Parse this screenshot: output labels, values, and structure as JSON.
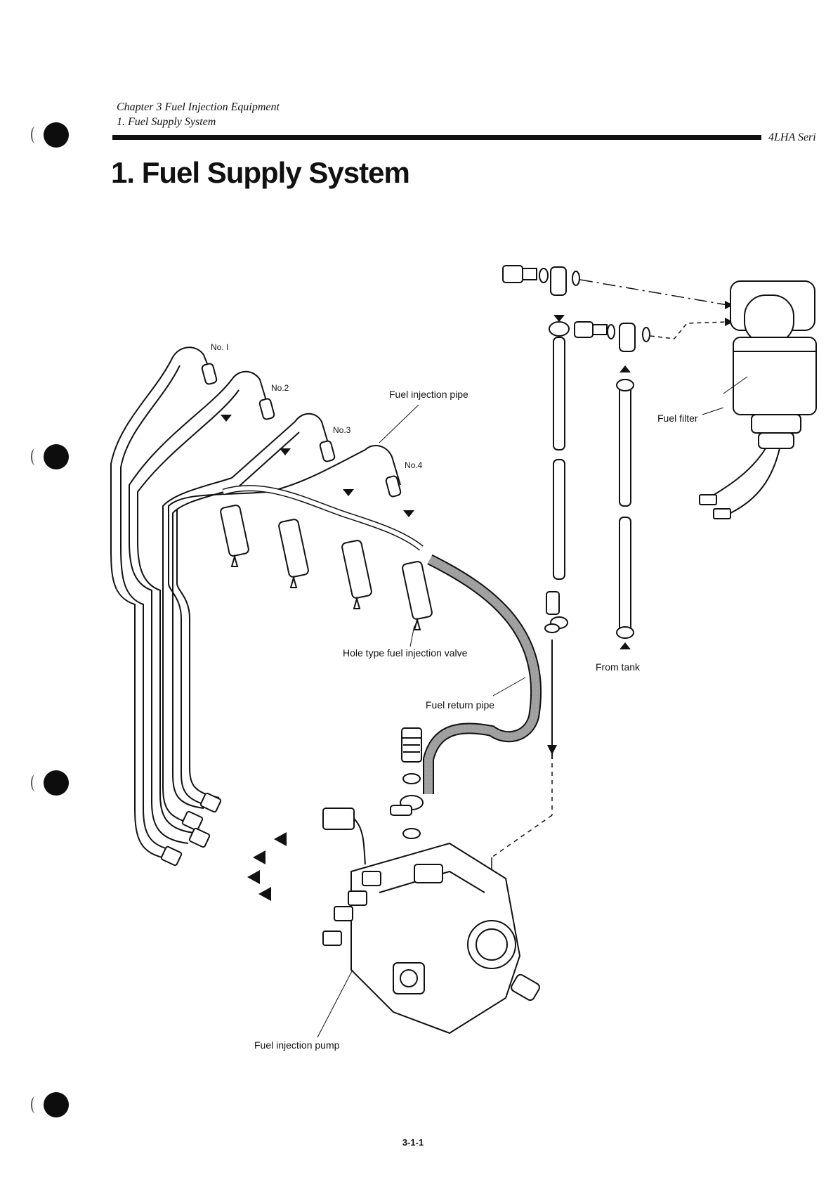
{
  "header": {
    "chapter": "Chapter 3 Fuel Injection Equipment",
    "section": "1. Fuel Supply System",
    "series": "4LHA Seri"
  },
  "title": "1. Fuel Supply System",
  "diagram": {
    "labels": {
      "no1": "No. I",
      "no2": "No.2",
      "no3": "No.3",
      "no4": "No.4",
      "fuel_injection_pipe": "Fuel injection pipe",
      "fuel_filter": "Fuel filter",
      "hole_type_valve": "Hole type fuel injection valve",
      "from_tank": "From tank",
      "fuel_return_pipe": "Fuel return pipe",
      "fuel_injection_pump": "Fuel injection pump"
    }
  },
  "footer": {
    "page_number": "3-1-1"
  }
}
